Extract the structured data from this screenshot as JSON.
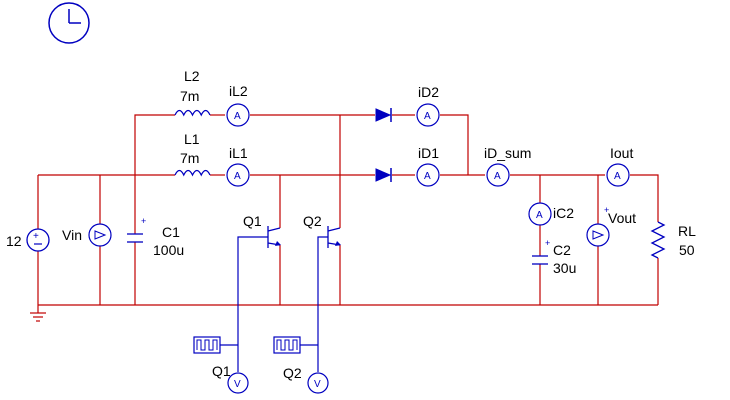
{
  "colors": {
    "wire": "#c00000",
    "component": "#0000c0",
    "label": "#000000"
  },
  "labels": {
    "L2_name": "L2",
    "L2_value": "7m",
    "L1_name": "L1",
    "L1_value": "7m",
    "iL2": "iL2",
    "iL1": "iL1",
    "iD2": "iD2",
    "iD1": "iD1",
    "iD_sum": "iD_sum",
    "Iout": "Iout",
    "iC2": "iC2",
    "V_source": "12",
    "Vin": "Vin",
    "C1_name": "C1",
    "C1_value": "100u",
    "Q1": "Q1",
    "Q2": "Q2",
    "C2_name": "C2",
    "C2_value": "30u",
    "Vout": "Vout",
    "RL_name": "RL",
    "RL_value": "50",
    "Q1_probe": "Q1",
    "Q2_probe": "Q2"
  },
  "meter_symbols": {
    "ammeter": "A",
    "voltmeter": "V"
  },
  "icons": [
    "clock-icon",
    "ammeter-icon",
    "voltmeter-icon",
    "diode-icon",
    "inductor-icon",
    "capacitor-icon",
    "resistor-icon",
    "bjt-icon",
    "ground-icon",
    "pulse-source-icon",
    "dc-source-icon"
  ]
}
